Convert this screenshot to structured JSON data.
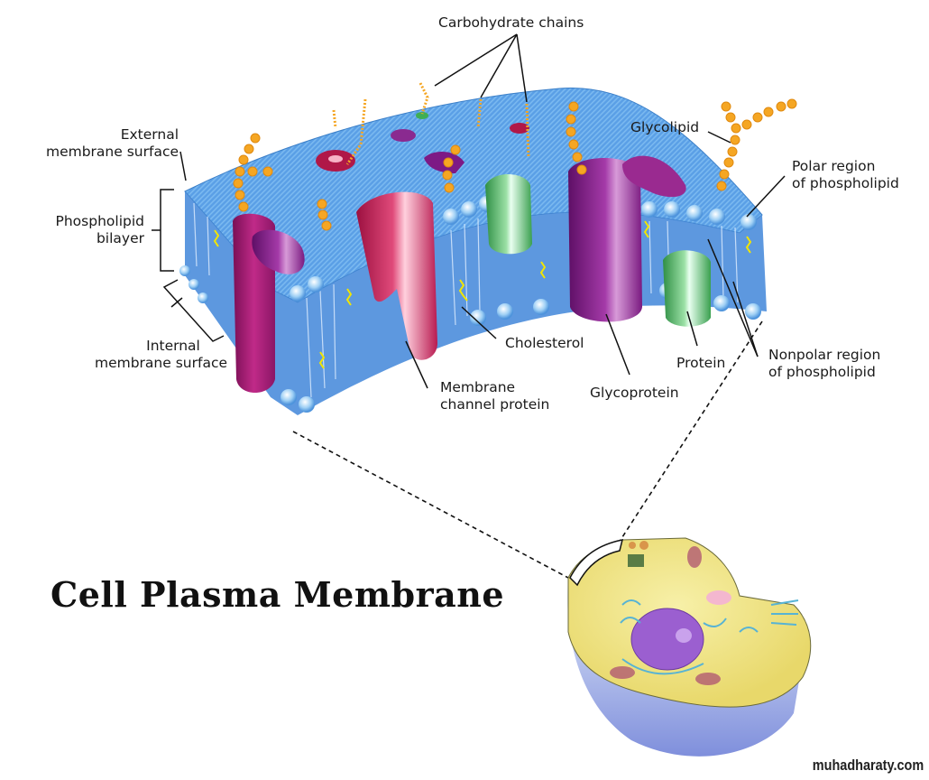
{
  "title": "Cell Plasma Membrane",
  "watermark": "muhadharaty.com",
  "labels": {
    "carbohydrate_chains": "Carbohydrate chains",
    "external_surface": [
      "External",
      "membrane surface"
    ],
    "phospholipid_bilayer": [
      "Phospholipid",
      "bilayer"
    ],
    "internal_surface": [
      "Internal",
      "membrane surface"
    ],
    "glycolipid": "Glycolipid",
    "polar_region": [
      "Polar region",
      "of phospholipid"
    ],
    "nonpolar_region": [
      "Nonpolar region",
      "of phospholipid"
    ],
    "cholesterol": "Cholesterol",
    "membrane_channel_protein": [
      "Membrane",
      "channel protein"
    ],
    "glycoprotein": "Glycoprotein",
    "protein": "Protein"
  },
  "colors": {
    "membrane": "#5fa8e8",
    "membrane_light": "#b9dcf7",
    "channel_protein": "#c8205a",
    "glycoprotein": "#8a1e8c",
    "protein": "#3fae55",
    "carbohydrate": "#f5a623",
    "cholesterol": "#f2e600",
    "cytoplasm": "#f3e88a",
    "nucleus": "#9b5fd0"
  }
}
